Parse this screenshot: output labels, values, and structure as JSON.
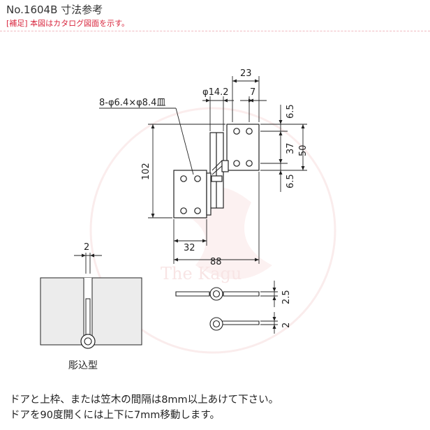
{
  "header": {
    "title": "No.1604B 寸法参考",
    "note": "[補足] 本図はカタログ図面を示す。"
  },
  "watermark": {
    "text": "The Kagu",
    "color": "#f3d0d0"
  },
  "dimensions": {
    "top_width": "23",
    "pin_diameter": "φ14.2",
    "hole_offset": "7",
    "hole_spec": "8-φ6.4×φ8.4皿",
    "top_margin": "6.5",
    "hole_pitch": "37",
    "plate_height": "50",
    "bottom_margin": "6.5",
    "total_height": "102",
    "left_plate_width": "32",
    "total_width": "88",
    "gap": "2",
    "thickness_top": "2.5",
    "thickness_bottom": "2"
  },
  "install_label": "彫込型",
  "notes": [
    "ドアと上枠、または笠木の間隔は8mm以上あけて下さい。",
    "ドアを90度開くには上下に7mm移動します。"
  ],
  "colors": {
    "line": "#222222",
    "note_red": "#d8243c",
    "panel": "#ececec"
  }
}
